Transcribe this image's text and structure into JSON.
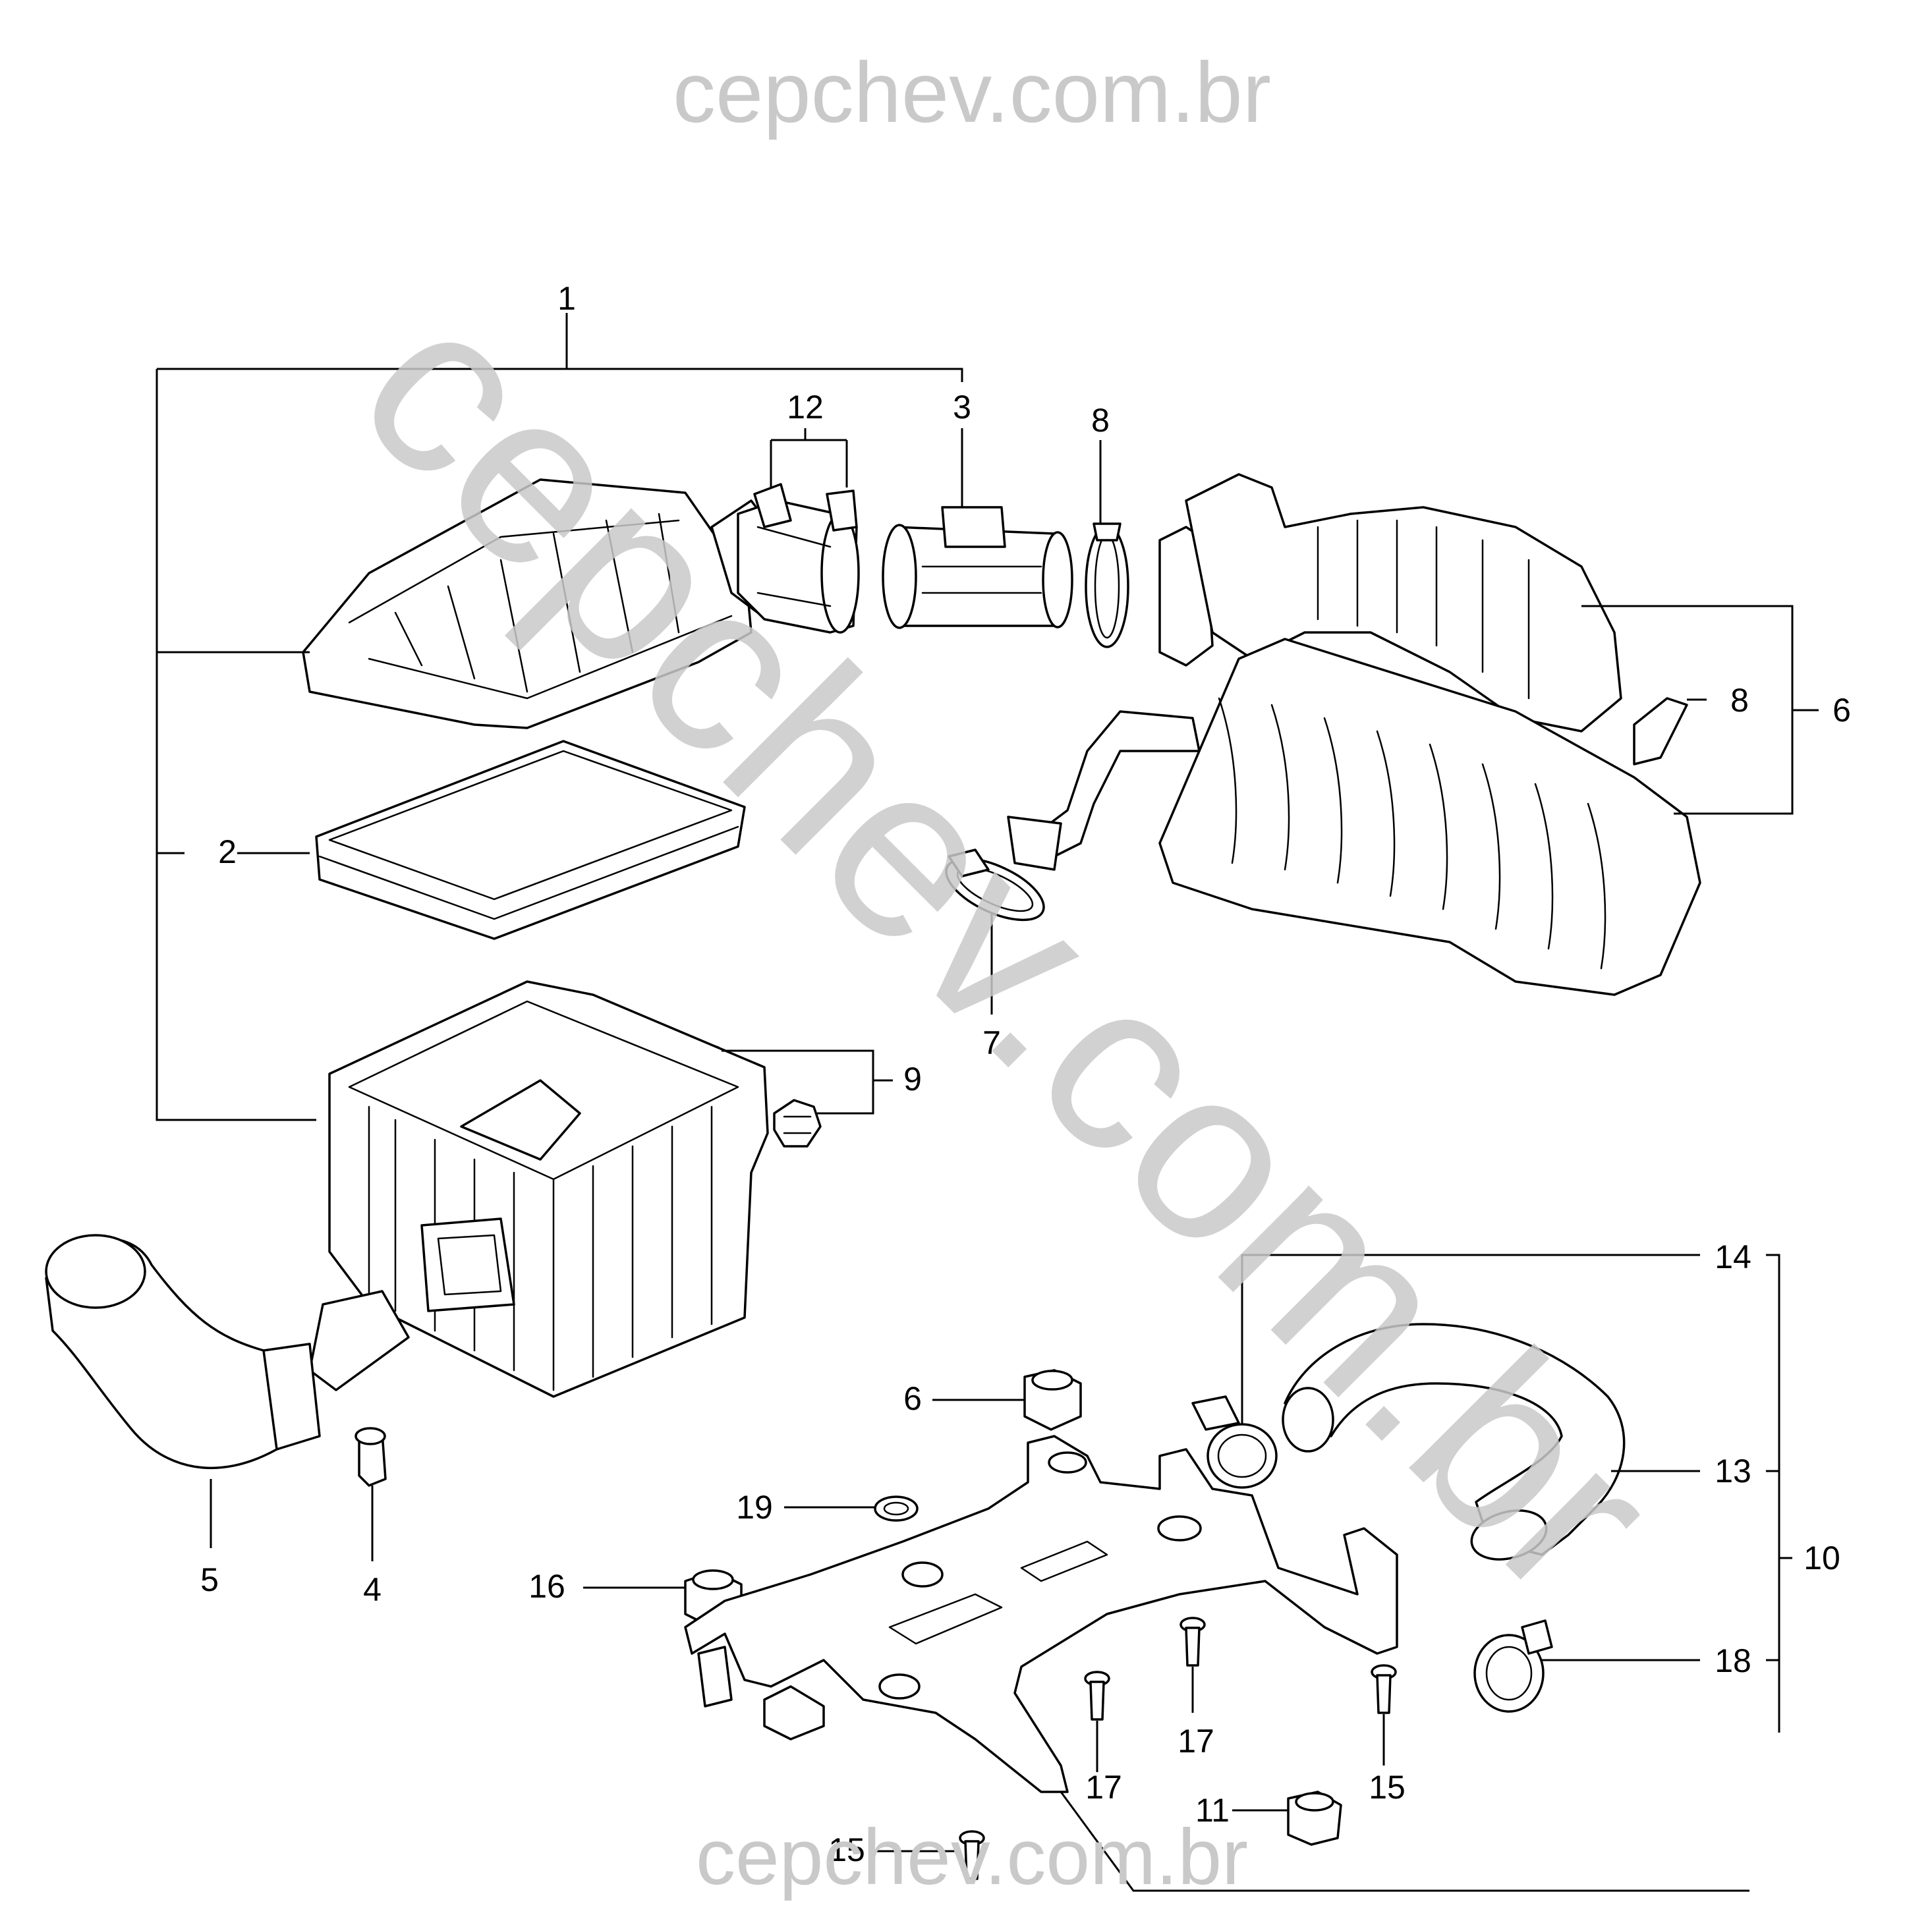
{
  "watermark": {
    "top": "cepchev.com.br",
    "diagonal": "cepchev.com.br",
    "bottom": "cepchev.com.br"
  },
  "callouts": {
    "c1": "1",
    "c2": "2",
    "c3": "3",
    "c4": "4",
    "c5": "5",
    "c6_upper": "6",
    "c6_lower": "6",
    "c7": "7",
    "c8_upper": "8",
    "c8_right": "8",
    "c9": "9",
    "c10": "10",
    "c11": "11",
    "c12": "12",
    "c13": "13",
    "c14": "14",
    "c15_right": "15",
    "c15_bottom": "15",
    "c16": "16",
    "c17_left": "17",
    "c17_right": "17",
    "c18": "18",
    "c19": "19"
  }
}
